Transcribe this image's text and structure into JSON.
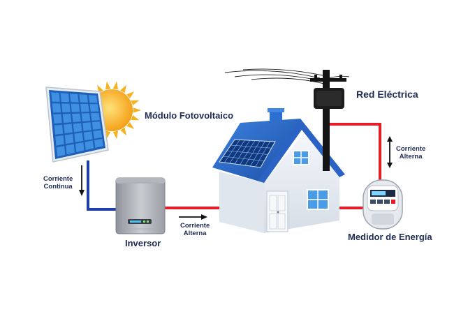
{
  "labels": {
    "pv_module": "Módulo Fotovoltaico",
    "grid": "Red Eléctrica",
    "inverter": "Inversor",
    "meter": "Medidor de Energía",
    "dc_current": [
      "Corriente",
      "Continua"
    ],
    "ac_current_inverter": [
      "Corriente",
      "Alterna"
    ],
    "ac_current_grid": [
      "Corriente",
      "Alterna"
    ]
  },
  "colors": {
    "dc_wire": "#1f3fa8",
    "ac_wire": "#e21f26",
    "text": "#1d2a52",
    "panel_cell": "#2f7fd6",
    "sun": "#f7b21b",
    "roof": "#2f6fd0",
    "wall": "#e9eef4",
    "pole": "#141414"
  },
  "icons": [
    "solar-panel-icon",
    "sun-icon",
    "inverter-icon",
    "house-icon",
    "utility-pole-icon",
    "energy-meter-icon",
    "arrow-icon"
  ]
}
